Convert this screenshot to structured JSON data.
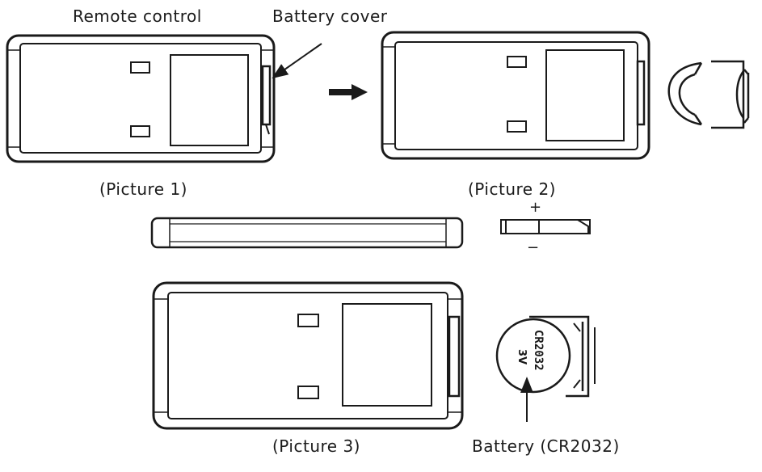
{
  "labels": {
    "remote_control": "Remote control",
    "battery_cover": "Battery cover",
    "picture1": "(Picture 1)",
    "picture2": "(Picture 2)",
    "picture3": "(Picture 3)",
    "battery": "Battery (CR2032)",
    "plus": "+",
    "minus": "−",
    "coin_text": "CR2032",
    "coin_polarity": "3V"
  }
}
